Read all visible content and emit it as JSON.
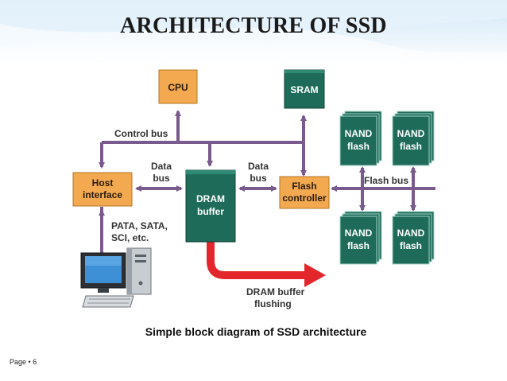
{
  "title": "ARCHITECTURE OF SSD",
  "caption": "Simple block diagram of SSD architecture",
  "page_number": "Page • 6",
  "colors": {
    "orange_block": "#f2a950",
    "green_block": "#1f6b5a",
    "connector": "#7a5a8c",
    "flush_arrow": "#e3262b",
    "header_sky": "#cfe6f6"
  },
  "blocks": {
    "cpu": "CPU",
    "sram": "SRAM",
    "host_interface": [
      "Host",
      "interface"
    ],
    "dram_buffer": [
      "DRAM",
      "buffer"
    ],
    "flash_controller": [
      "Flash",
      "controller"
    ],
    "nand_flash": [
      "NAND",
      "flash"
    ]
  },
  "labels": {
    "control_bus": "Control bus",
    "data_bus_left": [
      "Data",
      "bus"
    ],
    "data_bus_right": [
      "Data",
      "bus"
    ],
    "flash_bus": "Flash bus",
    "host_protocols": [
      "PATA, SATA,",
      "SCI, etc."
    ],
    "dram_flushing": [
      "DRAM buffer",
      "flushing"
    ]
  },
  "icons": {
    "computer": "desktop-computer-icon"
  }
}
